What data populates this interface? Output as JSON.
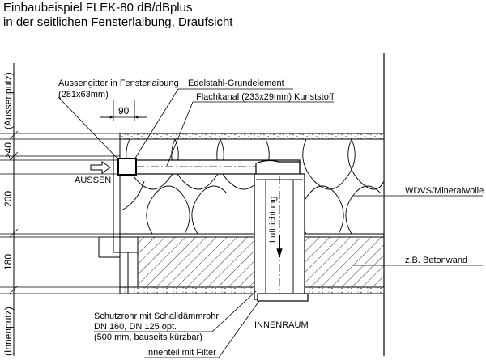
{
  "title_line1": "Einbaubeispiel FLEK-80 dB/dBplus",
  "title_line2": "in der seitlichen Fensterlaibung, Draufsicht",
  "labels": {
    "aussengitter_1": "Aussengitter in Fensterlaibung",
    "aussengitter_2": "(281x63mm)",
    "edelstahl": "Edelstahl-Grundelement",
    "flachkanal": "Flachkanal (233x29mm) Kunststoff",
    "aussen": "AUSSEN",
    "wdvs": "WDVS/Mineralwolle",
    "betonwand": "z.B. Betonwand",
    "luftrichtung": "Luftrichtung",
    "innenraum": "INNENRAUM",
    "schutzrohr_1": "Schutzrohr mit Schalldämmrohr",
    "schutzrohr_2": "DN 160, DN 125 opt.",
    "schutzrohr_3": "(500 mm, bauseits kürzbar)",
    "innenteil": "Innenteil mit Filter",
    "aussenputz": "(Aussenputz)",
    "innenputz": "(Innenputz)"
  },
  "dimensions": {
    "d90": "90",
    "d40": "≥40",
    "d200": "200",
    "d180": "180"
  }
}
